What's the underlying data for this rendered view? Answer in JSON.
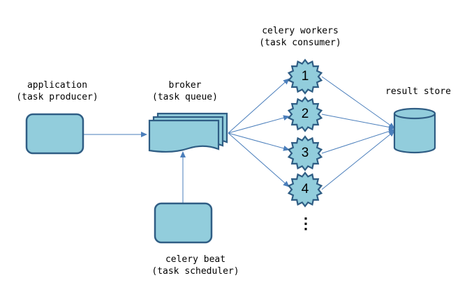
{
  "labels": {
    "application": "application",
    "application_role": "(task producer)",
    "broker": "broker",
    "broker_role": "(task queue)",
    "workers": "celery workers",
    "workers_role": "(task consumer)",
    "result_store": "result store",
    "beat": "celery beat",
    "beat_role": "(task scheduler)"
  },
  "workers": [
    {
      "number": "1"
    },
    {
      "number": "2"
    },
    {
      "number": "3"
    },
    {
      "number": "4"
    }
  ],
  "ellipsis": "⋮",
  "colors": {
    "fill": "#92CDDC",
    "stroke": "#2F5D84",
    "arrow": "#4A7EBB"
  }
}
